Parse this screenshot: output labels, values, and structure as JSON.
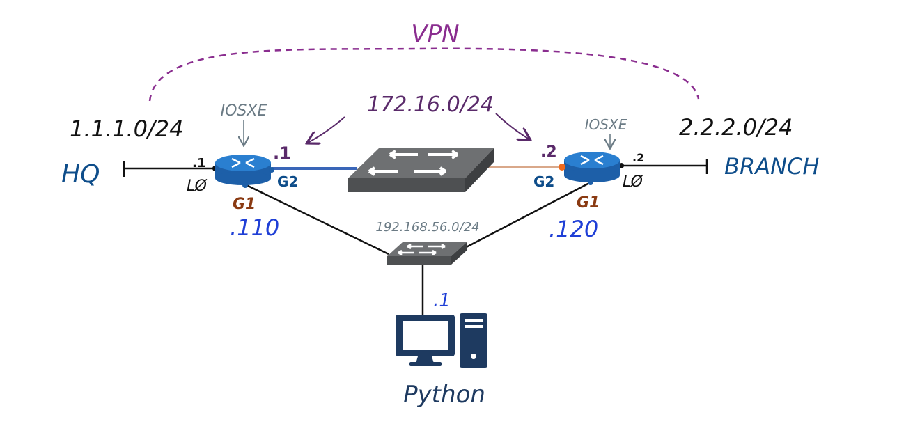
{
  "vpn": {
    "label": "VPN"
  },
  "hq": {
    "site_label": "HQ",
    "network": "1.1.1.0/24",
    "loopback": "LØ",
    "loopback_host": ".1",
    "router_os": "IOSXE",
    "g2_host": ".1",
    "g2_label": "G2",
    "g1_label": "G1",
    "g1_host": ".110"
  },
  "branch": {
    "site_label": "BRANCH",
    "network": "2.2.2.0/24",
    "loopback": "LØ",
    "loopback_host": ".2",
    "router_os": "IOSXE",
    "g2_host": ".2",
    "g2_label": "G2",
    "g1_label": "G1",
    "g1_host": ".120"
  },
  "transit": {
    "network": "172.16.0/24"
  },
  "mgmt": {
    "network": "192.168.56.0/24",
    "pc_host": ".1"
  },
  "pc": {
    "label": "Python"
  },
  "colors": {
    "vpn": "#8a2d8f",
    "site": "#0e4d8a",
    "interface": "#8a3a12",
    "mgmt_host": "#1f3fd6",
    "annotation": "#6b7b85",
    "transit": "#5a2a6a",
    "device_blue": "#2a7fd0",
    "device_gray": "#5c5e60",
    "pc": "#1e3a60"
  }
}
